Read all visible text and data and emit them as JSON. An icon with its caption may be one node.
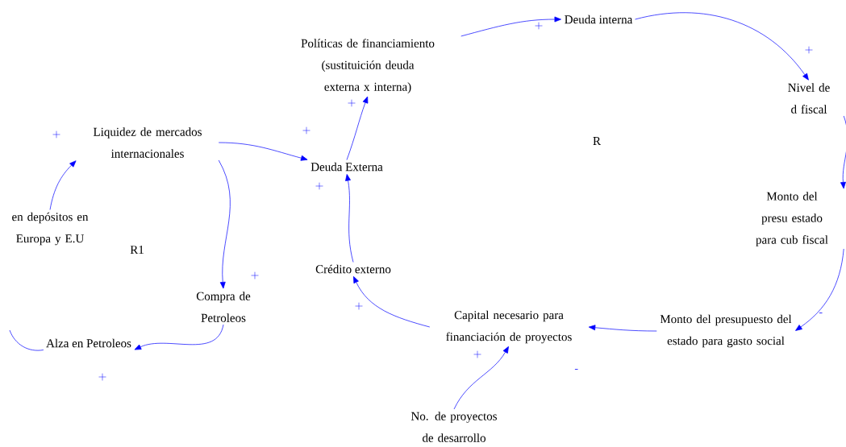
{
  "diagram": {
    "nodes": [
      {
        "text": [
          "Políticas de financiamiento (sustituición deuda externa x interna)"
        ]
      },
      {
        "text": [
          "Deuda interna"
        ]
      },
      {
        "text": [
          "Liquidez de mercados internacionales"
        ]
      },
      {
        "text": [
          "Deuda Externa"
        ]
      },
      {
        "text": [
          "Nivel de d fiscal"
        ]
      },
      {
        "text": [
          "en depósitos en Europa y E.U"
        ]
      },
      {
        "text": [
          "Monto del presu estado para cub fiscal"
        ]
      },
      {
        "text": [
          "Compra de Petroleos"
        ]
      },
      {
        "text": [
          "Crédito externo"
        ]
      },
      {
        "text": [
          "Capital necesario para financiación de proyectos"
        ]
      },
      {
        "text": [
          "Monto del presupuesto del estado para gasto social"
        ]
      },
      {
        "text": [
          "Alza en Petroleos"
        ]
      },
      {
        "text": [
          "No. de proyectos de desarrollo"
        ]
      }
    ],
    "edges": [
      {
        "from": 0,
        "to": 1,
        "arrow": "to",
        "label": "+"
      },
      {
        "from": 1,
        "to": 4,
        "arrow": "to",
        "label": "+"
      },
      {
        "from": 4,
        "to": 6,
        "arrow": "to"
      },
      {
        "from": 6,
        "to": 10,
        "arrow": "to",
        "label": "-"
      },
      {
        "from": 10,
        "to": 9,
        "arrow": "to",
        "label": "-"
      },
      {
        "from": 12,
        "to": 9,
        "arrow": "to",
        "label": "+"
      },
      {
        "from": 9,
        "to": 8,
        "arrow": "to",
        "label": "+"
      },
      {
        "from": 8,
        "to": 3,
        "arrow": "to",
        "label": "+"
      },
      {
        "from": 3,
        "to": 0,
        "arrow": "to",
        "label": "+"
      },
      {
        "from": 2,
        "to": 3,
        "arrow": "to",
        "label": "+"
      },
      {
        "from": 2,
        "to": 7,
        "arrow": "to",
        "label": "+"
      },
      {
        "from": 7,
        "to": 11,
        "arrow": "to",
        "label": "+"
      },
      {
        "from": 5,
        "to": 2,
        "arrow": "to",
        "label": "+"
      },
      {
        "from": 11,
        "to": null,
        "arrow": "none"
      }
    ],
    "labels": [
      "R",
      "R1"
    ]
  }
}
